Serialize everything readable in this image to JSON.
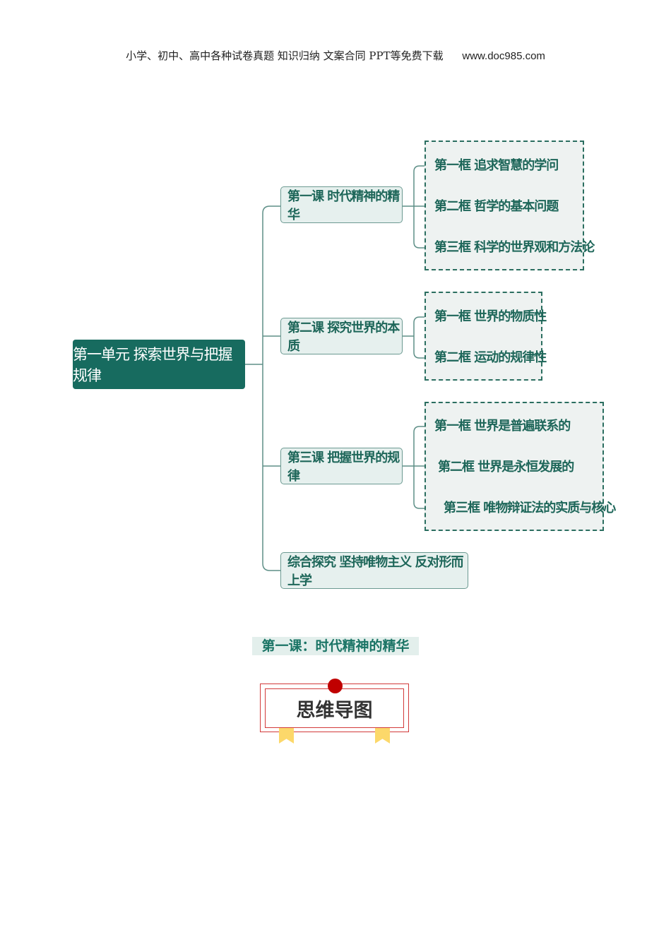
{
  "header": {
    "text": "小学、初中、高中各种试卷真题  知识归纳  文案合同  PPT等免费下载",
    "url": "www.doc985.com"
  },
  "mindmap": {
    "root": "第一单元 探索世界与把握规律",
    "lessons": [
      {
        "label": "第一课 时代精神的精华",
        "items": [
          "第一框 追求智慧的学问",
          "第二框 哲学的基本问题",
          "第三框 科学的世界观和方法论"
        ]
      },
      {
        "label": "第二课 探究世界的本质",
        "items": [
          "第一框 世界的物质性",
          "第二框 运动的规律性"
        ]
      },
      {
        "label": "第三课 把握世界的规律",
        "items": [
          "第一框 世界是普遍联系的",
          "第二框 世界是永恒发展的",
          "第三框 唯物辩证法的实质与核心"
        ]
      },
      {
        "label": "综合探究 坚持唯物主义 反对形而上学",
        "items": []
      }
    ]
  },
  "section_title": "第一课：时代精神的精华",
  "badge": {
    "label": "思维导图"
  },
  "colors": {
    "accent": "#176b5f",
    "red": "#c00000",
    "ribbon": "#fcd86a"
  }
}
